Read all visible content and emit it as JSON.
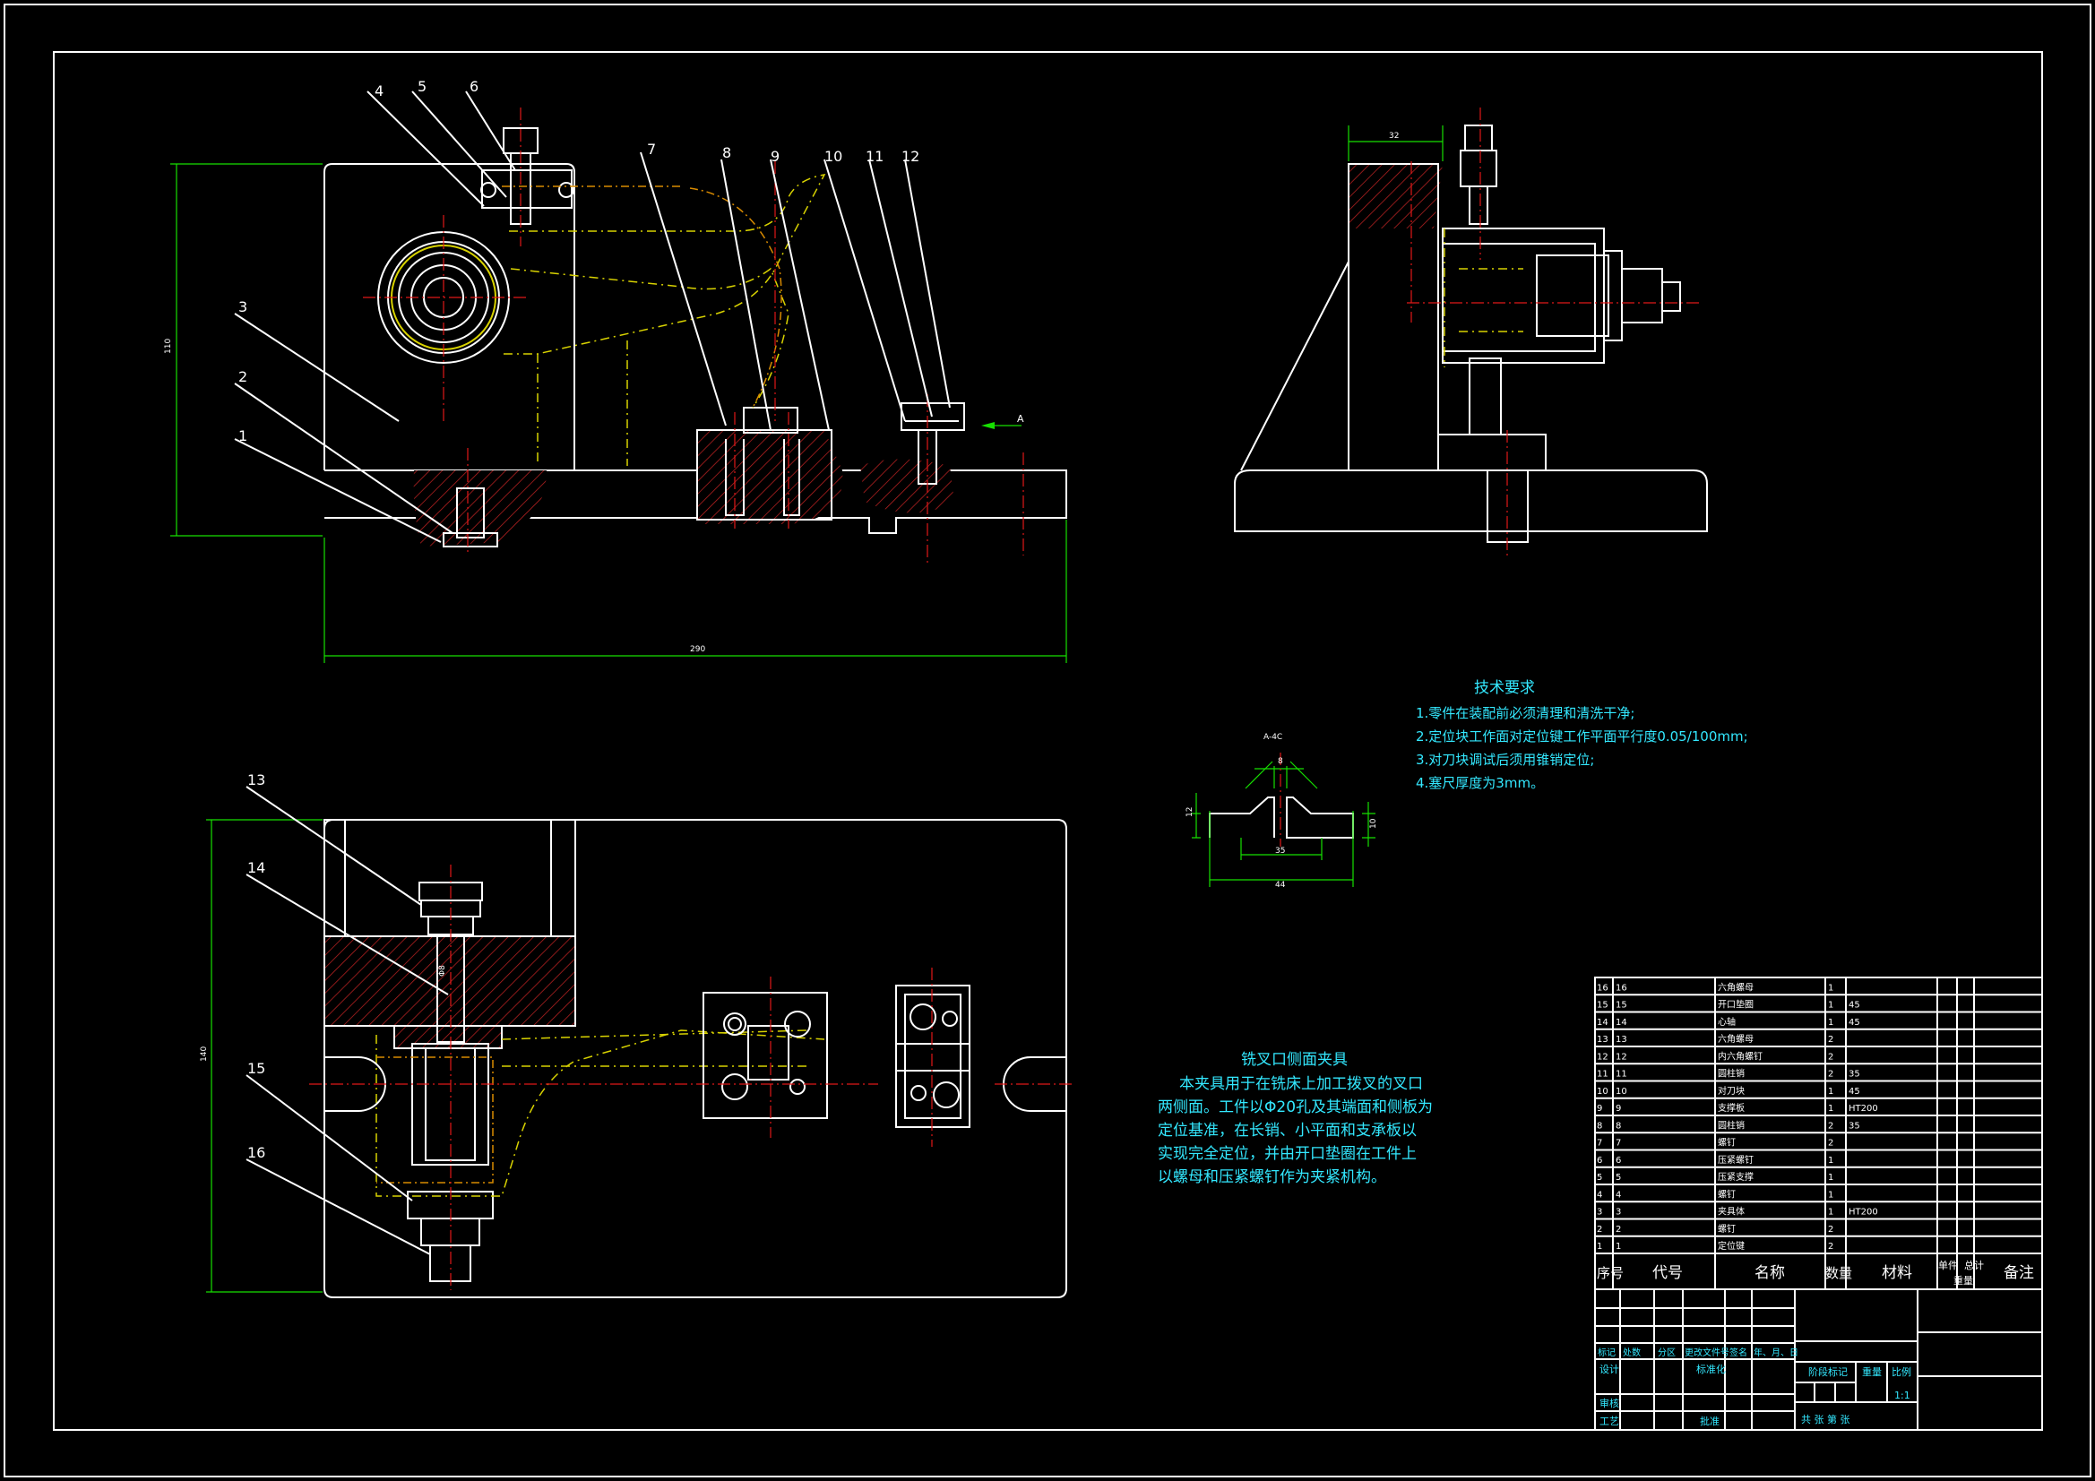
{
  "callouts": [
    "1",
    "2",
    "3",
    "4",
    "5",
    "6",
    "7",
    "8",
    "9",
    "10",
    "11",
    "12",
    "13",
    "14",
    "15",
    "16"
  ],
  "dims": {
    "front_width": "290",
    "front_height": "110",
    "side_width": "32",
    "plan_height": "140",
    "bore_label": "Φ8",
    "block_a": "A-4C",
    "block_w1": "8",
    "block_w2": "35",
    "block_w3": "44",
    "block_h1": "12",
    "block_h2": "10"
  },
  "section_marker": "A",
  "tech": {
    "title": "技术要求",
    "items": [
      "1.零件在装配前必须清理和清洗干净;",
      "2.定位块工作面对定位键工作平面平行度0.05/100mm;",
      "3.对刀块调试后须用锥销定位;",
      "4.塞尺厚度为3mm。"
    ]
  },
  "desc": {
    "title": "铣叉口侧面夹具",
    "lines": [
      "本夹具用于在铣床上加工拨叉的叉口",
      "两侧面。工件以Φ20孔及其端面和侧板为",
      "定位基准，在长销、小平面和支承板以",
      "实现完全定位，并由开口垫圈在工件上",
      "以螺母和压紧螺钉作为夹紧机构。"
    ]
  },
  "bom": {
    "rows": [
      {
        "no": "16",
        "code": "16",
        "name": "六角螺母",
        "qty": "1",
        "mat": ""
      },
      {
        "no": "15",
        "code": "15",
        "name": "开口垫圈",
        "qty": "1",
        "mat": "45"
      },
      {
        "no": "14",
        "code": "14",
        "name": "心轴",
        "qty": "1",
        "mat": "45"
      },
      {
        "no": "13",
        "code": "13",
        "name": "六角螺母",
        "qty": "2",
        "mat": ""
      },
      {
        "no": "12",
        "code": "12",
        "name": "内六角螺钉",
        "qty": "2",
        "mat": ""
      },
      {
        "no": "11",
        "code": "11",
        "name": "圆柱销",
        "qty": "2",
        "mat": "35"
      },
      {
        "no": "10",
        "code": "10",
        "name": "对刀块",
        "qty": "1",
        "mat": "45"
      },
      {
        "no": "9",
        "code": "9",
        "name": "支撑板",
        "qty": "1",
        "mat": "HT200"
      },
      {
        "no": "8",
        "code": "8",
        "name": "圆柱销",
        "qty": "2",
        "mat": "35"
      },
      {
        "no": "7",
        "code": "7",
        "name": "螺钉",
        "qty": "2",
        "mat": ""
      },
      {
        "no": "6",
        "code": "6",
        "name": "压紧螺钉",
        "qty": "1",
        "mat": ""
      },
      {
        "no": "5",
        "code": "5",
        "name": "压紧支撑",
        "qty": "1",
        "mat": ""
      },
      {
        "no": "4",
        "code": "4",
        "name": "螺钉",
        "qty": "1",
        "mat": ""
      },
      {
        "no": "3",
        "code": "3",
        "name": "夹具体",
        "qty": "1",
        "mat": "HT200"
      },
      {
        "no": "2",
        "code": "2",
        "name": "螺钉",
        "qty": "2",
        "mat": ""
      },
      {
        "no": "1",
        "code": "1",
        "name": "定位键",
        "qty": "2",
        "mat": ""
      }
    ],
    "header": {
      "no": "序号",
      "code": "代号",
      "name": "名称",
      "qty": "数量",
      "mat": "材料",
      "unit": "单件",
      "total": "总计",
      "weight": "重量",
      "remark": "备注"
    }
  },
  "titleblock": {
    "mark": "标记",
    "count": "处数",
    "zone": "分区",
    "docno": "更改文件号",
    "sign": "签名",
    "date": "年、月、日",
    "design": "设计",
    "std": "标准化",
    "stage": "阶段标记",
    "mass": "重量",
    "scale_lbl": "比例",
    "scale": "1:1",
    "check": "审核",
    "process": "工艺",
    "approve": "批准",
    "sheets": "共    张    第    张"
  },
  "colors": {
    "outline": "#ffffff",
    "center": "#e01818",
    "hidden": "#d8d200",
    "dim": "#16e000",
    "text": "#33e8ff"
  }
}
